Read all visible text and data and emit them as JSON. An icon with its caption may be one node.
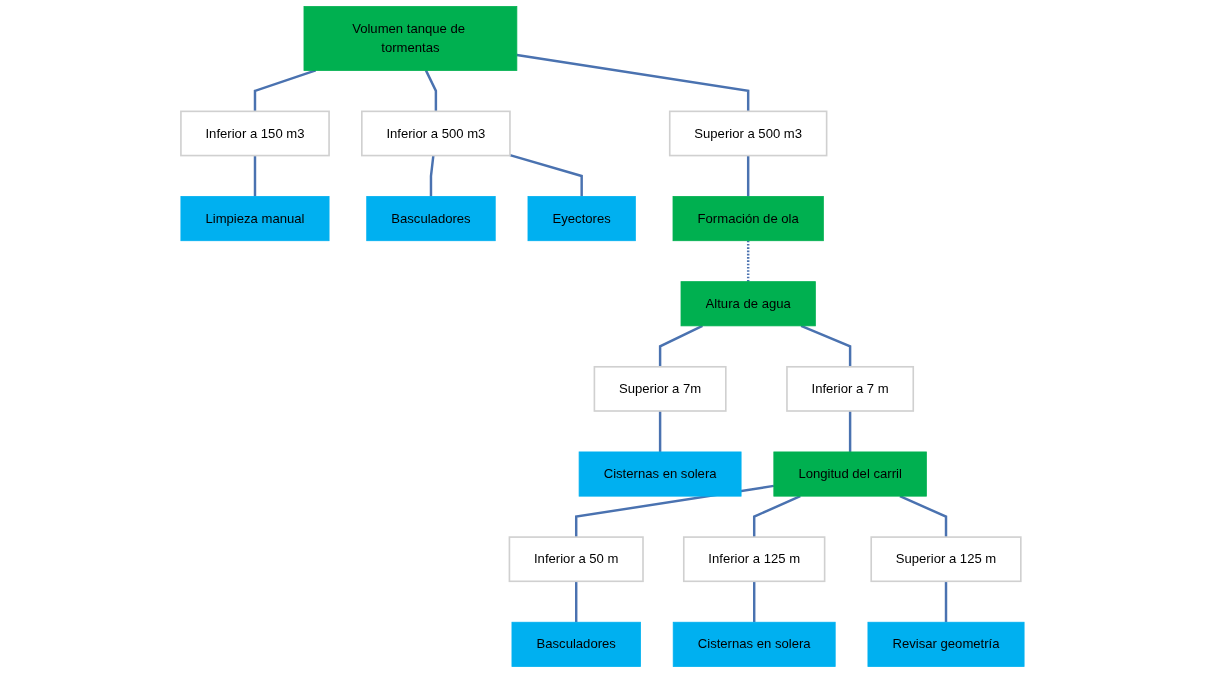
{
  "diagram": {
    "nodes": [
      {
        "text": [
          "Volumen tanque de tormentas"
        ]
      },
      {
        "text": [
          "Inferior a 150 m3"
        ]
      },
      {
        "text": [
          "Inferior a 500 m3"
        ]
      },
      {
        "text": [
          "Superior a 500 m3"
        ]
      },
      {
        "text": [
          "Limpieza manual"
        ]
      },
      {
        "text": [
          "Basculadores"
        ]
      },
      {
        "text": [
          "Eyectores"
        ]
      },
      {
        "text": [
          "Formación de ola"
        ]
      },
      {
        "text": [
          "Altura de agua"
        ]
      },
      {
        "text": [
          "Superior a 7m"
        ]
      },
      {
        "text": [
          "Inferior a 7 m"
        ]
      },
      {
        "text": [
          "Cisternas en solera"
        ]
      },
      {
        "text": [
          "Longitud del carril"
        ]
      },
      {
        "text": [
          "Inferior a 50 m"
        ]
      },
      {
        "text": [
          "Inferior a 125 m"
        ]
      },
      {
        "text": [
          "Superior a 125 m"
        ]
      },
      {
        "text": [
          "Basculadores"
        ]
      },
      {
        "text": [
          "Cisternas en solera"
        ]
      },
      {
        "text": [
          "Revisar geometría"
        ]
      }
    ],
    "edges": [
      {
        "from": 0,
        "to": 1,
        "arrow": "none"
      },
      {
        "from": 0,
        "to": 2,
        "arrow": "none"
      },
      {
        "from": 0,
        "to": 3,
        "arrow": "none"
      },
      {
        "from": 1,
        "to": 4,
        "arrow": "none"
      },
      {
        "from": 2,
        "to": 5,
        "arrow": "none"
      },
      {
        "from": 2,
        "to": 6,
        "arrow": "none"
      },
      {
        "from": 3,
        "to": 7,
        "arrow": "none"
      },
      {
        "from": 7,
        "to": 8,
        "arrow": "none",
        "style": "dashed"
      },
      {
        "from": 8,
        "to": 9,
        "arrow": "none"
      },
      {
        "from": 8,
        "to": 10,
        "arrow": "none"
      },
      {
        "from": 9,
        "to": 11,
        "arrow": "none"
      },
      {
        "from": 10,
        "to": 12,
        "arrow": "none"
      },
      {
        "from": 12,
        "to": 13,
        "arrow": "none"
      },
      {
        "from": 12,
        "to": 14,
        "arrow": "none"
      },
      {
        "from": 12,
        "to": 15,
        "arrow": "none"
      },
      {
        "from": 13,
        "to": 16,
        "arrow": "none"
      },
      {
        "from": 14,
        "to": 17,
        "arrow": "none"
      },
      {
        "from": 15,
        "to": 18,
        "arrow": "none"
      }
    ]
  }
}
